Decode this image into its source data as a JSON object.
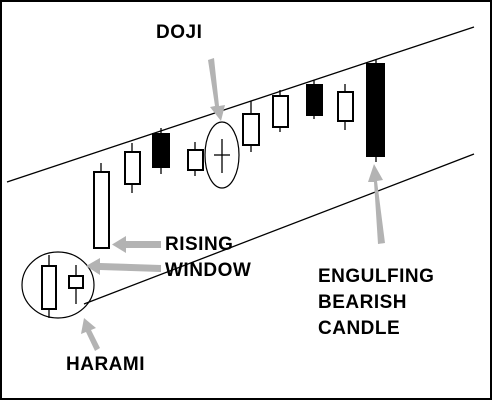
{
  "labels": {
    "doji": "DOJI",
    "rising_window": [
      "RISING",
      "WINDOW"
    ],
    "engulfing": [
      "ENGULFING",
      "BEARISH",
      "CANDLE"
    ],
    "harami": "HARAMI"
  },
  "colors": {
    "ink": "#000000",
    "arrow": "#b3b3b3",
    "background": "#ffffff"
  },
  "candles": [
    {
      "pattern": "harami",
      "fill": "hollow"
    },
    {
      "pattern": "harami",
      "fill": "hollow"
    },
    {
      "pattern": "rising-window",
      "fill": "hollow"
    },
    {
      "pattern": null,
      "fill": "hollow"
    },
    {
      "pattern": null,
      "fill": "filled"
    },
    {
      "pattern": null,
      "fill": "hollow"
    },
    {
      "pattern": "doji",
      "fill": "cross"
    },
    {
      "pattern": null,
      "fill": "hollow"
    },
    {
      "pattern": null,
      "fill": "hollow"
    },
    {
      "pattern": null,
      "fill": "filled"
    },
    {
      "pattern": null,
      "fill": "hollow"
    },
    {
      "pattern": "engulfing-bearish",
      "fill": "filled"
    }
  ]
}
